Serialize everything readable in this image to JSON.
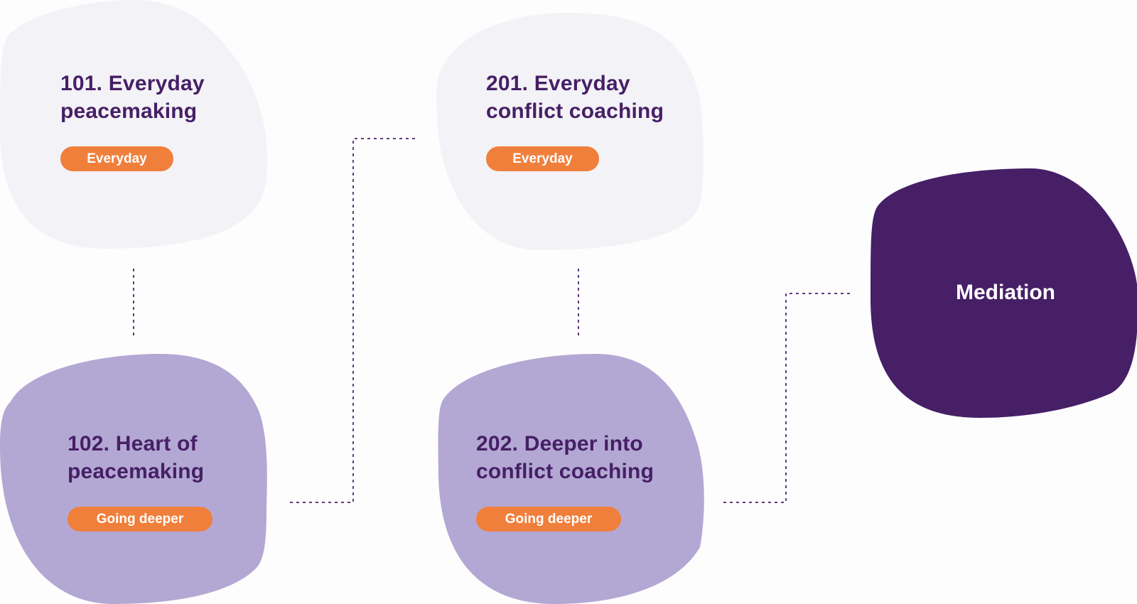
{
  "colors": {
    "background": "#fdfdfd",
    "blob_light": "#f3f2f6",
    "blob_medium": "#b3a8d3",
    "blob_dark": "#461f66",
    "title_text": "#461f66",
    "final_text": "#ffffff",
    "badge_fill": "#f07f3c",
    "badge_text": "#ffffff",
    "connector": "#5e3a7e"
  },
  "steps": [
    {
      "id": "101",
      "title_line1": "101. Everyday",
      "title_line2": "peacemaking",
      "badge": "Everyday"
    },
    {
      "id": "102",
      "title_line1": "102. Heart of",
      "title_line2": "peacemaking",
      "badge": "Going deeper"
    },
    {
      "id": "201",
      "title_line1": "201. Everyday",
      "title_line2": "conflict coaching",
      "badge": "Everyday"
    },
    {
      "id": "202",
      "title_line1": "202. Deeper into",
      "title_line2": "conflict coaching",
      "badge": "Going deeper"
    }
  ],
  "final_step": {
    "label": "Mediation"
  }
}
